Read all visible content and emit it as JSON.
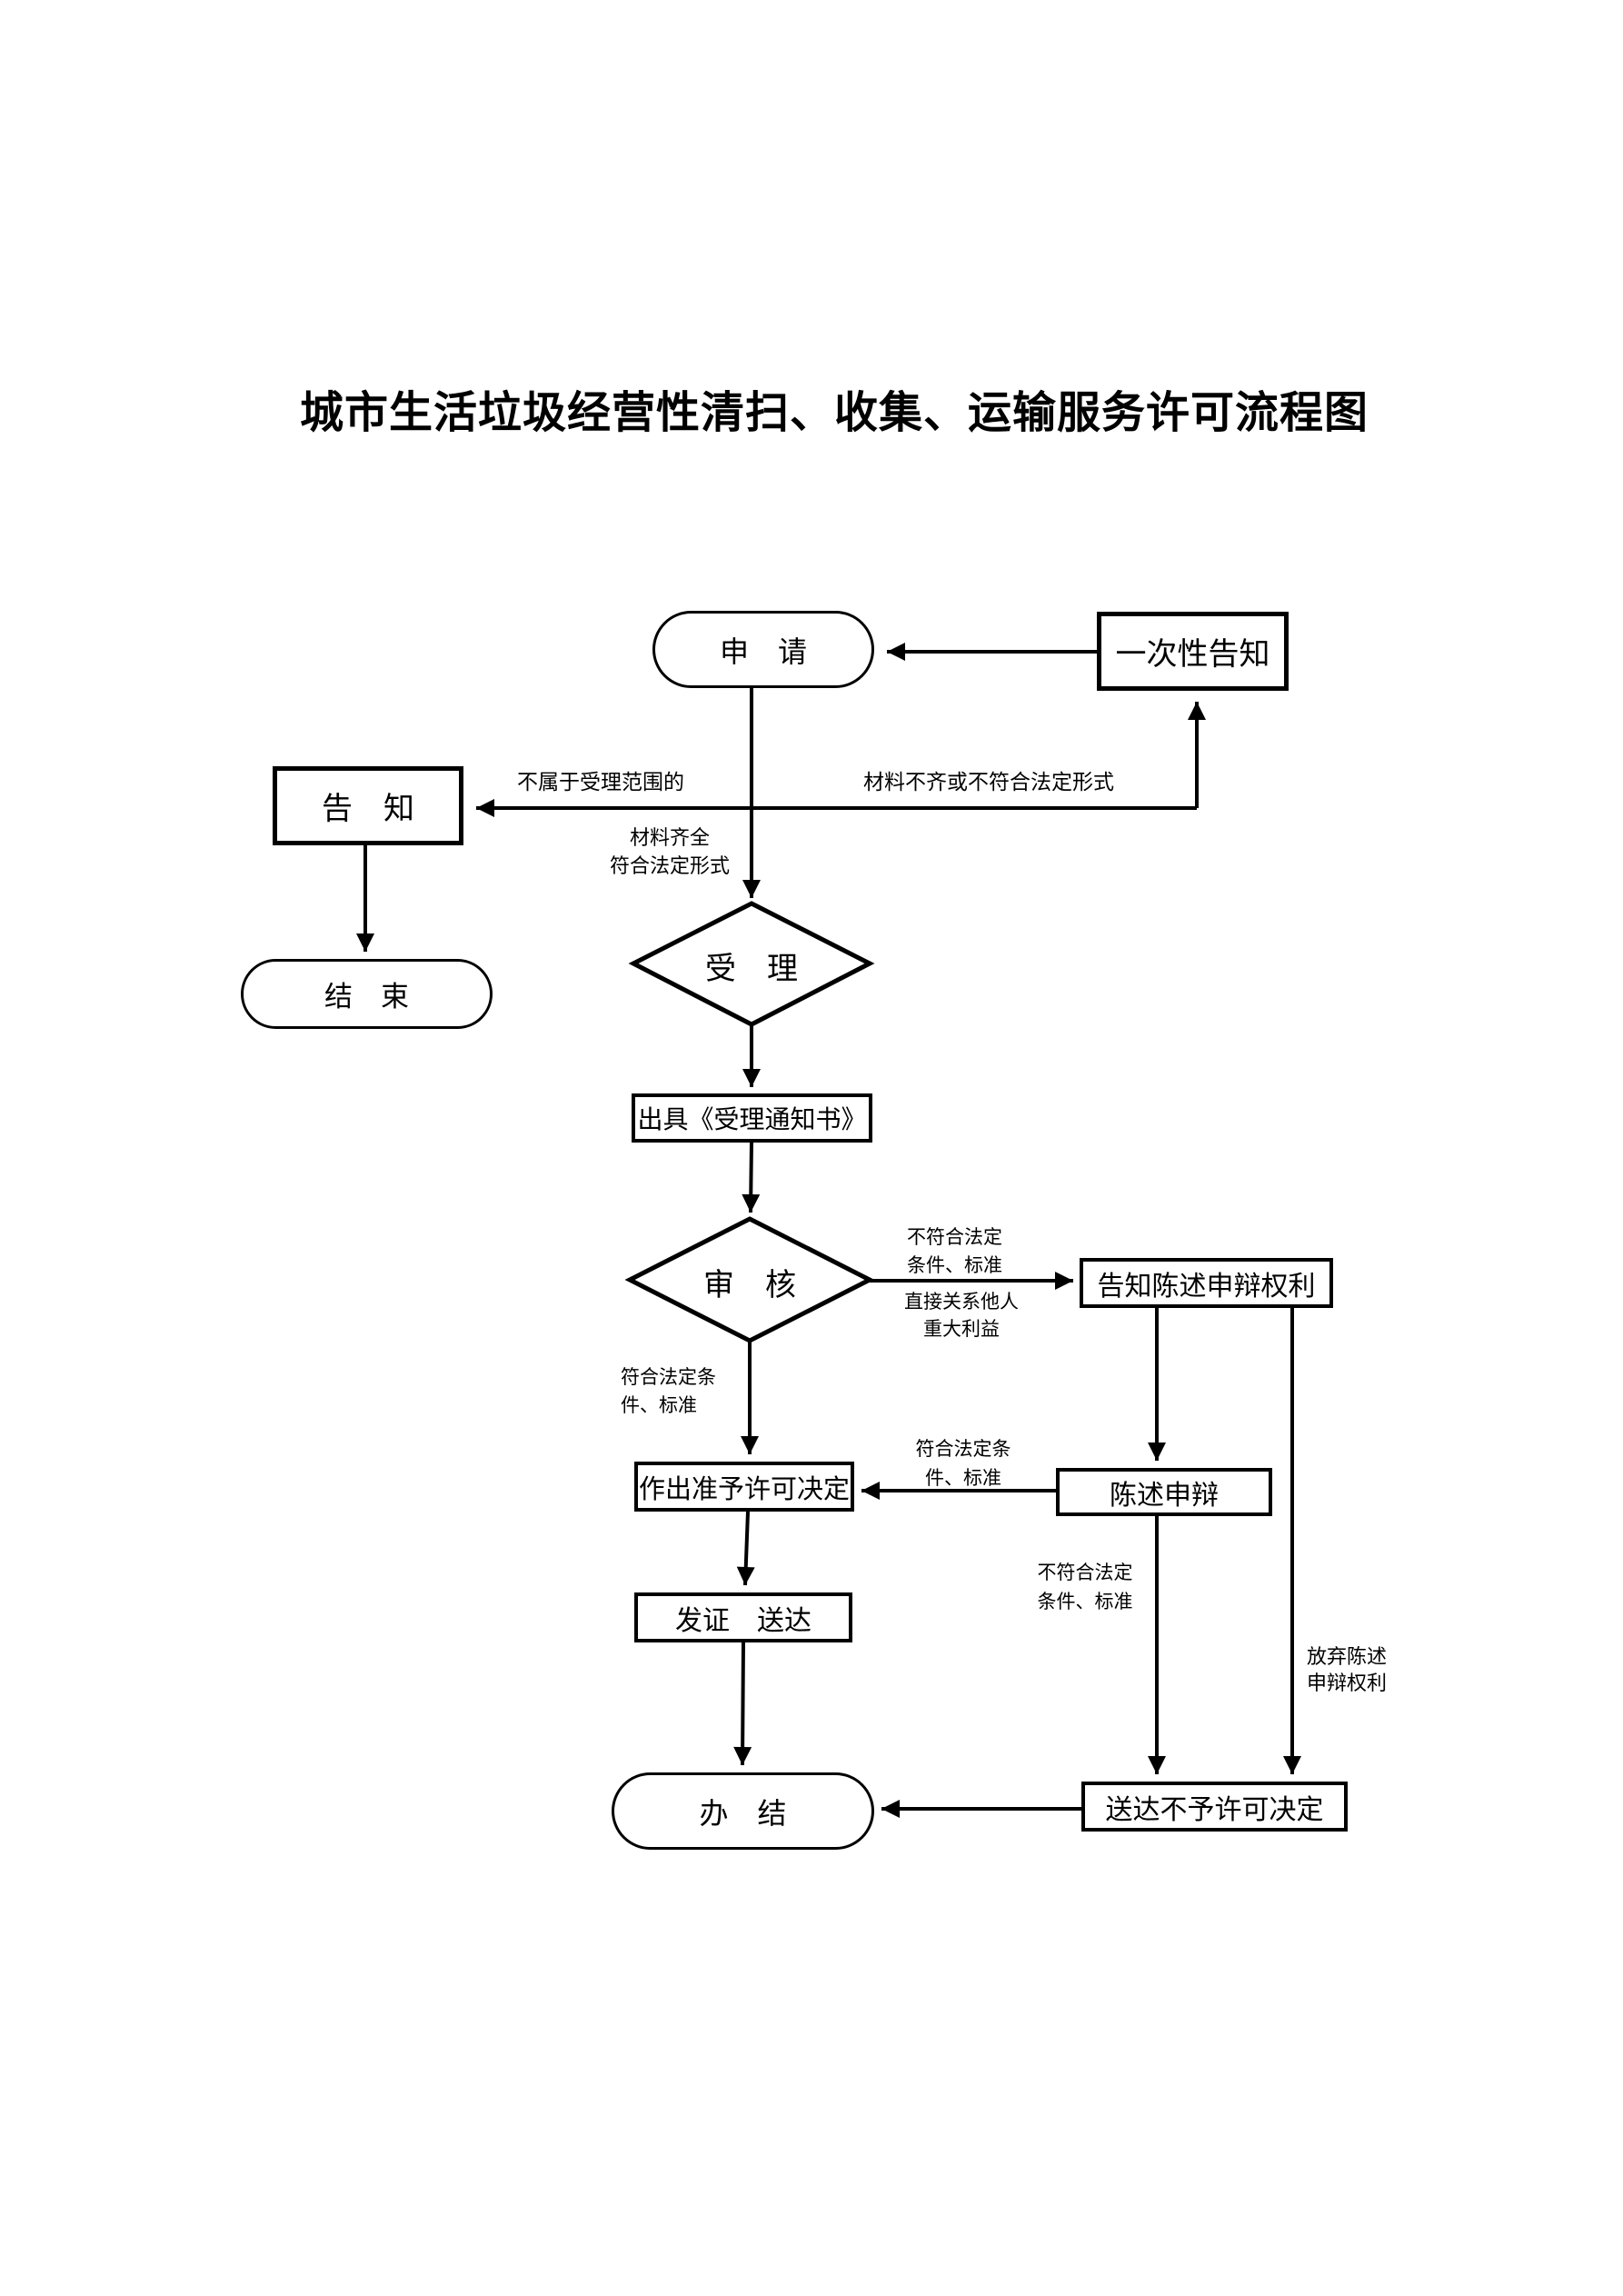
{
  "page": {
    "title": "城市生活垃圾经营性清扫、收集、运输服务许可流程图"
  },
  "nodes": {
    "apply": {
      "label": "申　请"
    },
    "one_time_notice": {
      "label": "一次性告知"
    },
    "notify": {
      "label": "告　知"
    },
    "end": {
      "label": "结　束"
    },
    "accept": {
      "label": "受　理"
    },
    "issue_acceptance_notice": {
      "label": "出具《受理通知书》"
    },
    "review": {
      "label": "审　核"
    },
    "inform_statement_rights": {
      "label": "告知陈述申辩权利"
    },
    "grant_decision": {
      "label": "作出准予许可决定"
    },
    "statement_defense": {
      "label": "陈述申辩"
    },
    "issue_deliver": {
      "label": "发证　送达"
    },
    "complete": {
      "label": "办　结"
    },
    "deliver_denial": {
      "label": "送达不予许可决定"
    }
  },
  "edge_labels": {
    "not_in_scope": "不属于受理范围的",
    "materials_incomplete": "材料不齐或不符合法定形式",
    "materials_complete": "材料齐全\n符合法定形式",
    "review_fail": "不符合法定\n条件、标准",
    "concerns_others": "直接关系他人\n重大利益",
    "meet_conditions_after_review": "符合法定条\n件、标准",
    "meet_conditions_after_statement": "符合法定条\n件、标准",
    "fail_conditions_after_statement": "不符合法定\n条件、标准",
    "waive_rights": "放弃陈述\n申辩权利"
  },
  "colors": {
    "line": "#000000",
    "background": "#ffffff",
    "text": "#000000"
  }
}
